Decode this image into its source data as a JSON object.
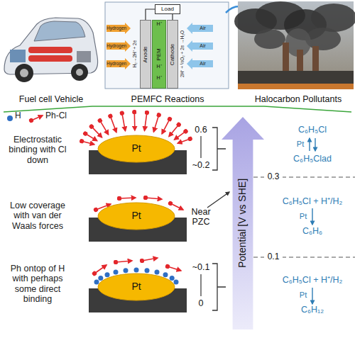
{
  "diagram": {
    "nodes": [
      {
        "text": [
          "Load"
        ]
      },
      {
        "text": [
          "Anode"
        ]
      },
      {
        "text": [
          "PEM"
        ]
      },
      {
        "text": [
          "Cathode"
        ]
      },
      {
        "text": [
          "Pt"
        ]
      },
      {
        "text": [
          "Pt"
        ]
      },
      {
        "text": [
          "Pt"
        ]
      },
      {
        "text": [
          "Potential [V vs SHE]"
        ]
      }
    ],
    "labels": [
      "Fuel cell Vehicle",
      "Hydrogen",
      "Hydrogen",
      "Hydrogen",
      "H₂→2H⁺ + 2e",
      "H⁺",
      "H⁺",
      "H⁺",
      "2H⁺ + ½O₂ + 2e →H₂O",
      "Air",
      "Air",
      "Air",
      "PEMFC Reactions",
      "Halocarbon Pollutants",
      "Electrostatic binding with Cl down",
      "0.6",
      "~0.2",
      "C₆H₅Cl",
      "Pt",
      "C₆H₅Clad",
      "0.3",
      "Low coverage with van der Waals forces",
      "Near PZC",
      "C₆H₅Cl + H⁺/H₂",
      "Pt",
      "C₆H₆",
      "0.1",
      "Ph ontop of H with perhaps some direct binding",
      "~0.1",
      "0",
      "C₆H₅Cl + H⁺/H₂",
      "Pt",
      "C₆H₁₂"
    ],
    "legend": [
      {
        "text": "H",
        "color": "#2f6fc4"
      },
      {
        "text": "Ph-Cl"
      }
    ]
  }
}
